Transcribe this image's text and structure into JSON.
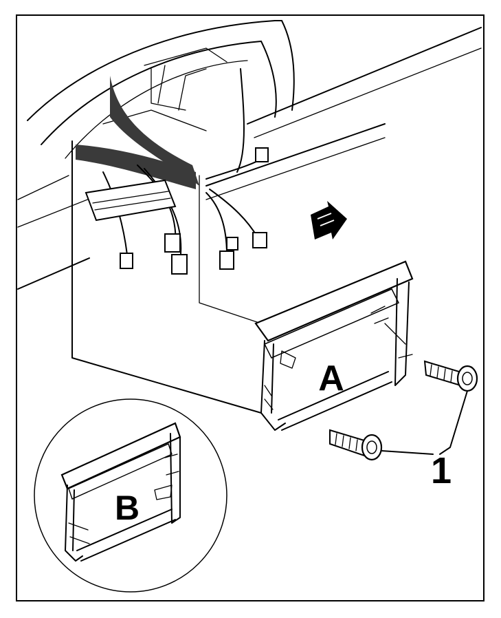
{
  "labels": {
    "bracket_a": "A",
    "bracket_b": "B",
    "screw_callout": "1"
  },
  "colors": {
    "background": "#ffffff",
    "line": "#000000",
    "harness_fill": "#3a3a3a"
  }
}
